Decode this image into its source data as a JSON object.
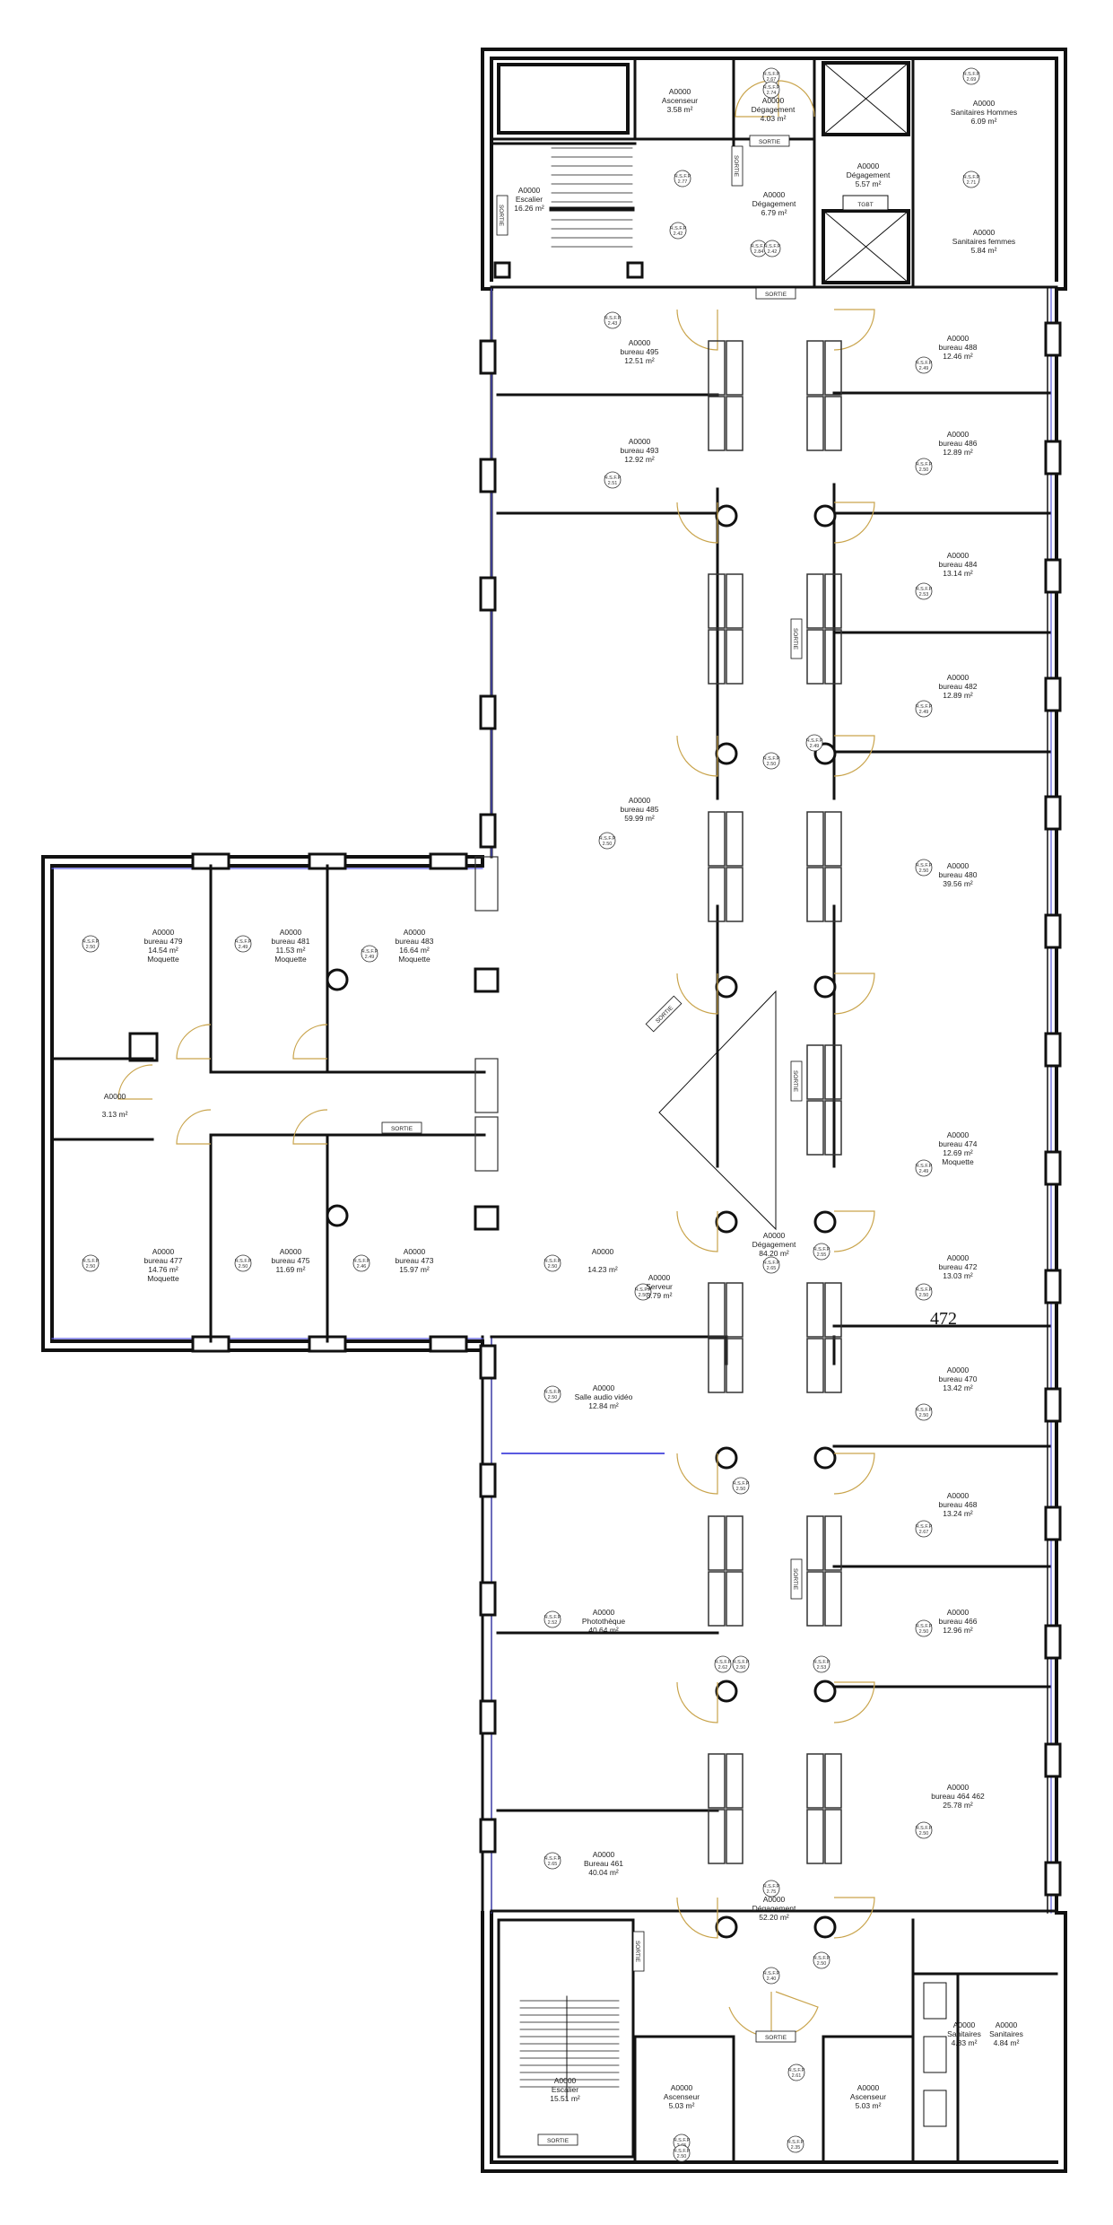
{
  "plan": {
    "markers": {
      "sortie": "SORTIE",
      "tgbt": "TGBT",
      "big_label": "472"
    },
    "colors": {
      "wall": "#111111",
      "door": "#c9a44c",
      "window": "#5a5ae0",
      "furniture": "#333333"
    },
    "rooms": [
      {
        "id": "asc-top",
        "lines": [
          "A0000",
          "Ascenseur",
          "3.58 m²"
        ]
      },
      {
        "id": "deg-top",
        "lines": [
          "A0000",
          "Dégagement",
          "4.03 m²"
        ]
      },
      {
        "id": "san-hom",
        "lines": [
          "A0000",
          "Sanitaires Hommes",
          "6.09 m²"
        ]
      },
      {
        "id": "deg-557",
        "lines": [
          "A0000",
          "Dégagement",
          "5.57 m²"
        ]
      },
      {
        "id": "esc-top",
        "lines": [
          "A0000",
          "Escalier",
          "16.26 m²"
        ]
      },
      {
        "id": "deg-679",
        "lines": [
          "A0000",
          "Dégagement",
          "6.79 m²"
        ]
      },
      {
        "id": "san-fem",
        "lines": [
          "A0000",
          "Sanitaires femmes",
          "5.84 m²"
        ]
      },
      {
        "id": "b495",
        "lines": [
          "A0000",
          "bureau 495",
          "12.51 m²"
        ]
      },
      {
        "id": "b488",
        "lines": [
          "A0000",
          "bureau 488",
          "12.46 m²"
        ]
      },
      {
        "id": "b493",
        "lines": [
          "A0000",
          "bureau 493",
          "12.92 m²"
        ]
      },
      {
        "id": "b486",
        "lines": [
          "A0000",
          "bureau 486",
          "12.89 m²"
        ]
      },
      {
        "id": "b484",
        "lines": [
          "A0000",
          "bureau 484",
          "13.14 m²"
        ]
      },
      {
        "id": "b482",
        "lines": [
          "A0000",
          "bureau 482",
          "12.89 m²"
        ]
      },
      {
        "id": "b485",
        "lines": [
          "A0000",
          "bureau 485",
          "59.99 m²"
        ]
      },
      {
        "id": "b480",
        "lines": [
          "A0000",
          "bureau 480",
          "39.56 m²"
        ]
      },
      {
        "id": "b479",
        "lines": [
          "A0000",
          "bureau 479",
          "14.54 m²",
          "Moquette"
        ]
      },
      {
        "id": "b481",
        "lines": [
          "A0000",
          "bureau 481",
          "11.53 m²",
          "Moquette"
        ]
      },
      {
        "id": "b483",
        "lines": [
          "A0000",
          "bureau 483",
          "16.64 m²",
          "Moquette"
        ]
      },
      {
        "id": "r313",
        "lines": [
          "A0000",
          "",
          "3.13 m²"
        ]
      },
      {
        "id": "b474",
        "lines": [
          "A0000",
          "bureau 474",
          "12.69 m²",
          "Moquette"
        ]
      },
      {
        "id": "b477",
        "lines": [
          "A0000",
          "bureau 477",
          "14.76 m²",
          "Moquette"
        ]
      },
      {
        "id": "b475",
        "lines": [
          "A0000",
          "bureau 475",
          "11.69 m²"
        ]
      },
      {
        "id": "b473",
        "lines": [
          "A0000",
          "bureau 473",
          "15.97 m²"
        ]
      },
      {
        "id": "r1423",
        "lines": [
          "A0000",
          "",
          "14.23 m²"
        ]
      },
      {
        "id": "serveur",
        "lines": [
          "A0000",
          "Serveur",
          "3.79 m²"
        ]
      },
      {
        "id": "deg-8420",
        "lines": [
          "A0000",
          "Dégagement",
          "84.20 m²"
        ]
      },
      {
        "id": "b472",
        "lines": [
          "A0000",
          "bureau 472",
          "13.03 m²"
        ]
      },
      {
        "id": "audio",
        "lines": [
          "A0000",
          "Salle audio vidéo",
          "12.84 m²"
        ]
      },
      {
        "id": "b470",
        "lines": [
          "A0000",
          "bureau 470",
          "13.42 m²"
        ]
      },
      {
        "id": "b468",
        "lines": [
          "A0000",
          "bureau 468",
          "13.24 m²"
        ]
      },
      {
        "id": "photo",
        "lines": [
          "A0000",
          "Photothèque",
          "40.64 m²"
        ]
      },
      {
        "id": "b466",
        "lines": [
          "A0000",
          "bureau 466",
          "12.96 m²"
        ]
      },
      {
        "id": "b464",
        "lines": [
          "A0000",
          "bureau 464 462",
          "25.78 m²"
        ]
      },
      {
        "id": "b461",
        "lines": [
          "A0000",
          "Bureau 461",
          "40.04 m²"
        ]
      },
      {
        "id": "deg-5220",
        "lines": [
          "A0000",
          "Dégagement",
          "52.20 m²"
        ]
      },
      {
        "id": "san-433",
        "lines": [
          "A0000",
          "Sanitaires",
          "4.33 m²"
        ]
      },
      {
        "id": "san-484",
        "lines": [
          "A0000",
          "Sanitaires",
          "4.84 m²"
        ]
      },
      {
        "id": "esc-bot",
        "lines": [
          "A0000",
          "Escalier",
          "15.51 m²"
        ]
      },
      {
        "id": "asc-bot1",
        "lines": [
          "A0000",
          "Ascenseur",
          "5.03 m²"
        ]
      },
      {
        "id": "asc-bot2",
        "lines": [
          "A0000",
          "Ascenseur",
          "5.03 m²"
        ]
      }
    ],
    "heights": [
      "2.69",
      "2.67",
      "2.74",
      "2.77",
      "2.71",
      "2.42",
      "2.84",
      "2.42",
      "2.43",
      "2.49",
      "2.51",
      "2.50",
      "2.53",
      "2.49",
      "2.50",
      "2.49",
      "2.50",
      "2.50",
      "2.50",
      "2.49",
      "2.49",
      "2.49",
      "2.50",
      "2.50",
      "2.46",
      "2.50",
      "2.65",
      "2.55",
      "2.50",
      "2.50",
      "2.50",
      "2.50",
      "2.50",
      "2.67",
      "2.52",
      "2.62",
      "2.50",
      "2.50",
      "2.53",
      "2.65",
      "2.50",
      "2.75",
      "2.50",
      "2.40",
      "2.61",
      "2.35",
      "2.65",
      "2.50"
    ]
  }
}
